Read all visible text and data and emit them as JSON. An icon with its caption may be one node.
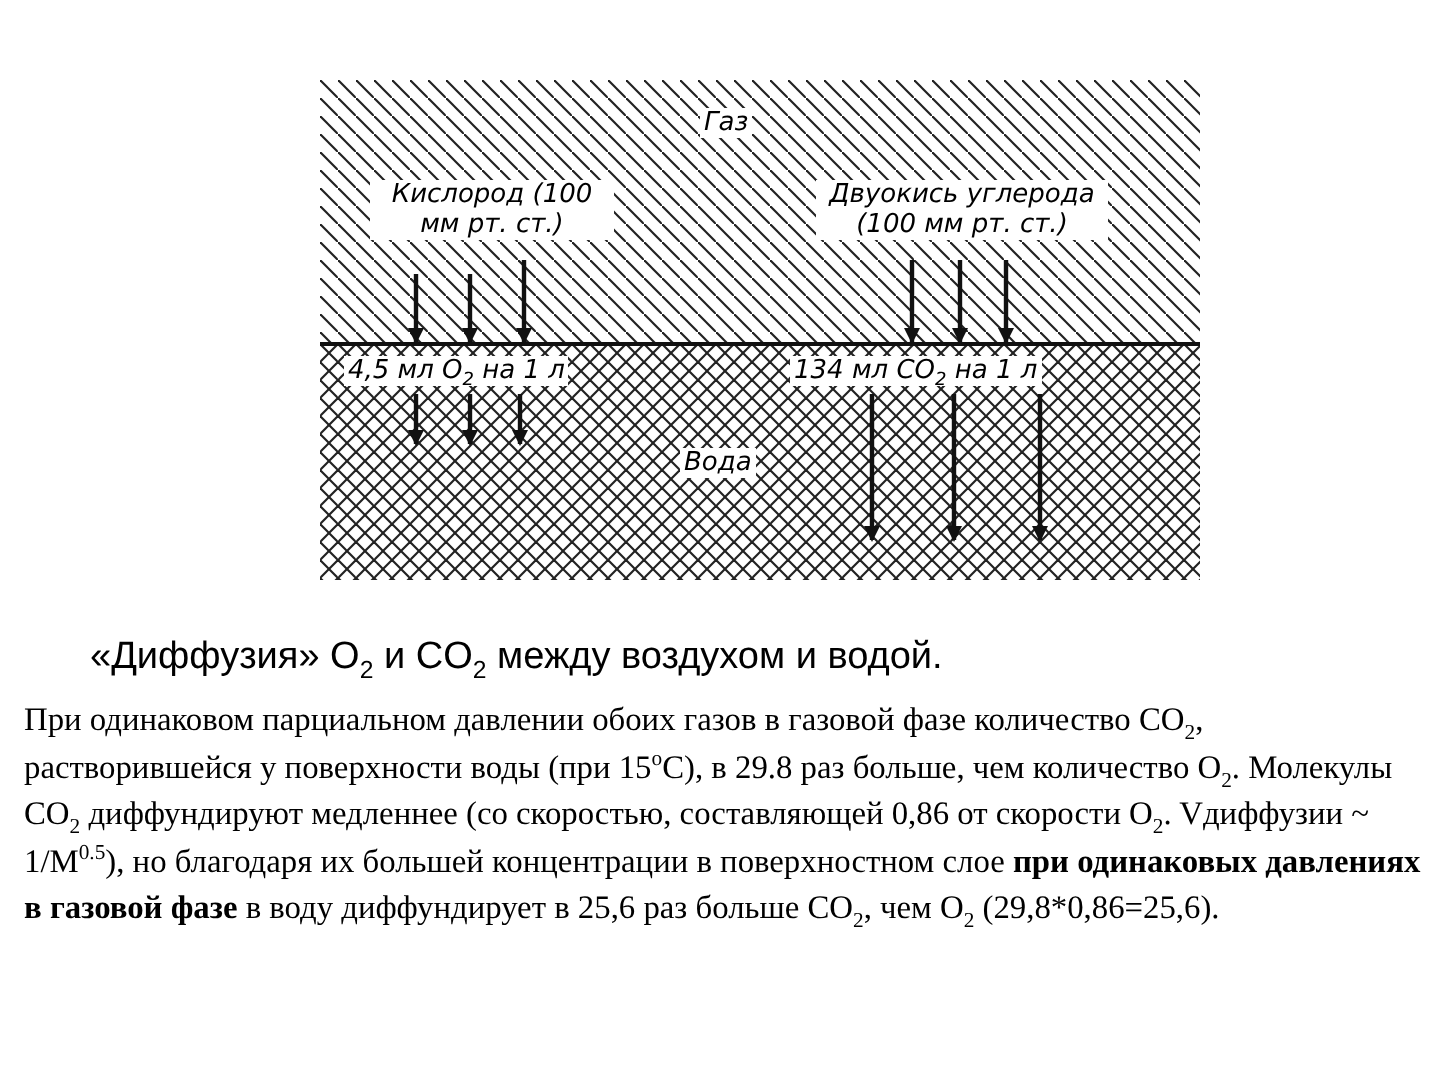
{
  "diagram": {
    "title": "«Диффузия» O$_{2}$ и CO$_{2}$ между воздухом и водой.",
    "caption": "При одинаковом парциальном давлении обоих газов в газовой фазе количество CO$_{2}$, растворившейся у поверхности воды (при 15$^{o}$C), в 29.8 раз больше, чем количество O$_{2}$. Молекулы CO$_{2}$ диффундируют медленнее (со скоростью, составляющей 0,86 от скорости O$_{2}$. Vдиффузии ~ 1/M$^{0.5}$), но благодаря их большей концентрации в поверхностном слое **при одинаковых давлениях в газовой фазе** в воду диффундирует в 25,6 раз больше CO$_{2}$, чем O$_{2}$ (29,8*0,86=25,6).",
    "nodes": [
      {
        "text": [
          "Газ"
        ]
      },
      {
        "text": [
          "Вода"
        ]
      }
    ],
    "edges": [
      {
        "from": 0,
        "to": 1,
        "arrow": "to"
      },
      {
        "from": 0,
        "to": 1,
        "arrow": "to"
      },
      {
        "from": 0,
        "to": 1,
        "arrow": "to"
      },
      {
        "from": 0,
        "to": 1,
        "arrow": "to"
      },
      {
        "from": 0,
        "to": 1,
        "arrow": "to"
      },
      {
        "from": 0,
        "to": 1,
        "arrow": "to"
      }
    ],
    "labels": [
      "Кислород (100 мм рт. ст.)",
      "Двуокись углерода (100 мм рт. ст.)",
      "4,5 мл O$_{2}$ на 1 л",
      "134 мл CO$_{2}$ на 1 л"
    ]
  }
}
